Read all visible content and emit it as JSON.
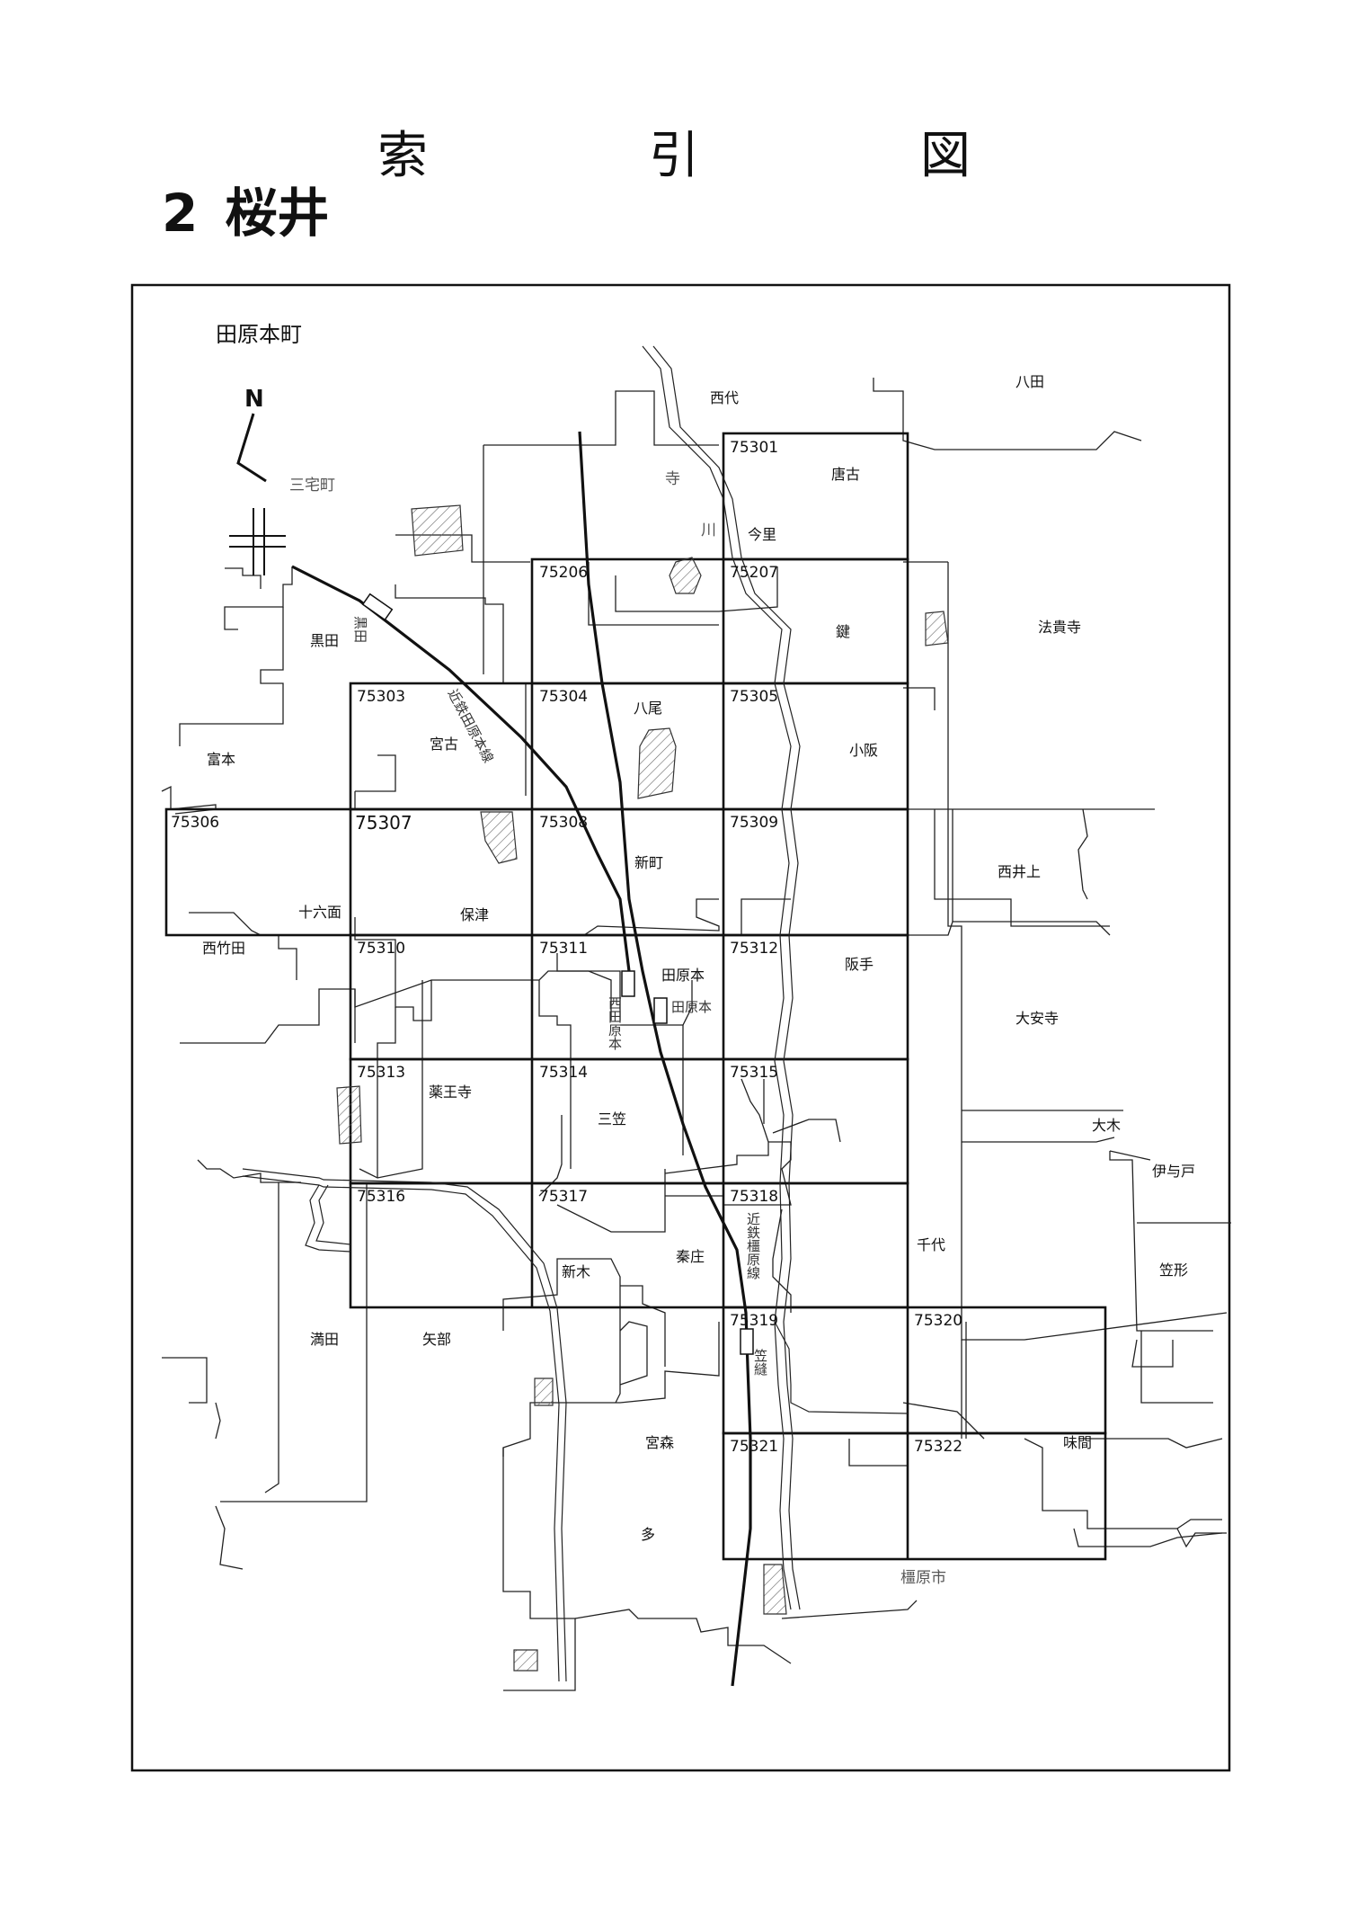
{
  "header": {
    "title": "索　引　図",
    "number": "2",
    "city": "桜井"
  },
  "map": {
    "area_label": "田原本町",
    "north_label": "N",
    "grid_codes": [
      "75301",
      "75206",
      "75207",
      "75303",
      "75304",
      "75305",
      "75306",
      "75307",
      "75308",
      "75309",
      "75310",
      "75311",
      "75312",
      "75313",
      "75314",
      "75315",
      "75316",
      "75317",
      "75318",
      "75319",
      "75320",
      "75321",
      "75322"
    ],
    "places": [
      "西代",
      "八田",
      "三宅町",
      "唐古",
      "寺",
      "川",
      "今里",
      "鍵",
      "法貴寺",
      "黒田",
      "富本",
      "宮古",
      "八尾",
      "小阪",
      "十六面",
      "保津",
      "新町",
      "西井上",
      "西竹田",
      "田原本",
      "阪手",
      "大安寺",
      "薬王寺",
      "三笠",
      "大木",
      "伊与戸",
      "新木",
      "秦庄",
      "千代",
      "笠形",
      "満田",
      "矢部",
      "宮森",
      "味間",
      "多",
      "橿原市"
    ],
    "rail_labels": [
      "黒田",
      "近鉄田原本線",
      "西田原本",
      "田原本",
      "近鉄橿原線",
      "笠縫"
    ]
  }
}
